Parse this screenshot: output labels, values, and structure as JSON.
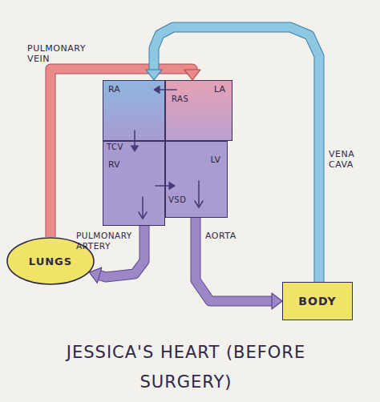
{
  "diagram": {
    "caption": "JESSICA'S HEART (BEFORE SURGERY)",
    "nodes": [
      {
        "text": [
          "RA"
        ]
      },
      {
        "text": [
          "LA"
        ]
      },
      {
        "text": [
          "RV"
        ]
      },
      {
        "text": [
          "LV"
        ]
      },
      {
        "text": [
          "LUNGS"
        ]
      },
      {
        "text": [
          "BODY"
        ]
      }
    ],
    "edges": [
      {
        "from": 4,
        "to": 1,
        "label": "PULMONARY VEIN",
        "arrow": "to"
      },
      {
        "from": 5,
        "to": 0,
        "label": "VENA CAVA",
        "arrow": "to"
      },
      {
        "from": 2,
        "to": 4,
        "label": "PULMONARY ARTERY",
        "arrow": "to"
      },
      {
        "from": 3,
        "to": 5,
        "label": "AORTA",
        "arrow": "to"
      },
      {
        "from": 1,
        "to": 0,
        "label": "RAS",
        "arrow": "to"
      },
      {
        "from": 0,
        "to": 2,
        "label": "TCV",
        "arrow": "to"
      },
      {
        "from": 2,
        "to": 3,
        "label": "VSD",
        "arrow": "to"
      }
    ]
  }
}
